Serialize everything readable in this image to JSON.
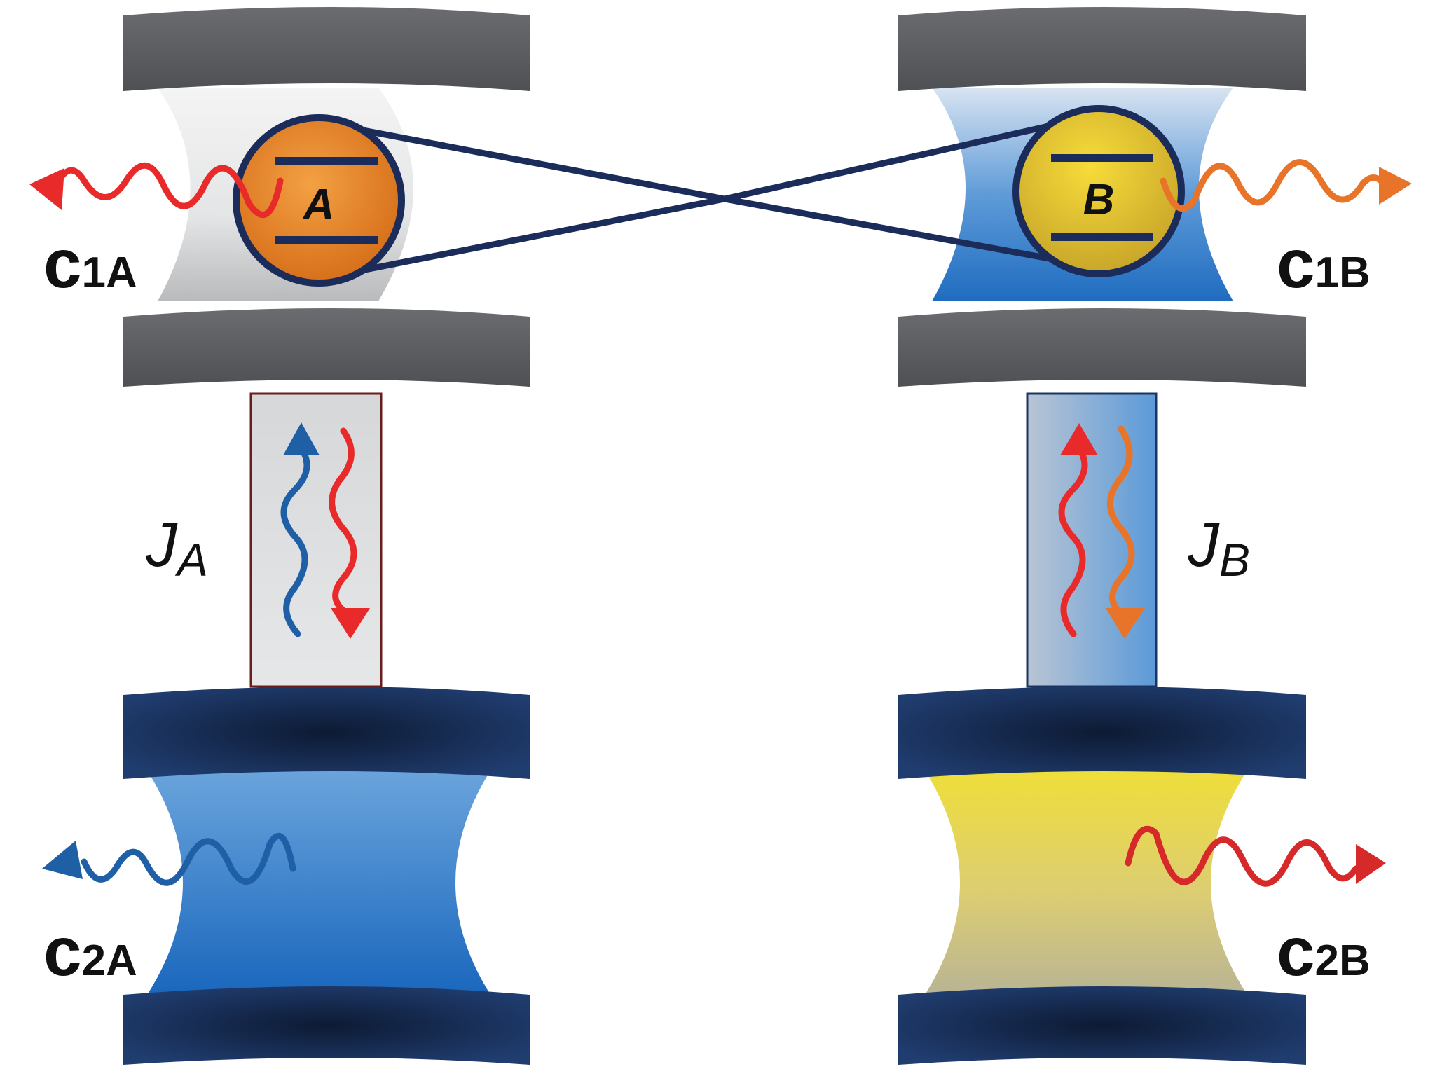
{
  "labels": {
    "atom_a": "A",
    "atom_b": "B",
    "c1a_main": "c",
    "c1a_sub": "1A",
    "c1b_main": "c",
    "c1b_sub": "1B",
    "c2a_main": "c",
    "c2a_sub": "2A",
    "c2b_main": "c",
    "c2b_sub": "2B",
    "ja_main": "J",
    "ja_sub": "A",
    "jb_main": "J",
    "jb_sub": "B"
  },
  "colors": {
    "mirror_gray": "#595b5e",
    "mirror_navy": "#1b3462",
    "cavity_gray": "#e2e3e4",
    "cavity_blue": "#2e78c6",
    "cavity_yellow": "#e8d64a",
    "atom_orange": "#e98623",
    "atom_yellow": "#e6c52a",
    "entangle_line": "#1c2c5a",
    "photon_red": "#e82a2a",
    "photon_orange": "#e8742a",
    "photon_blue": "#1f5fa6"
  }
}
